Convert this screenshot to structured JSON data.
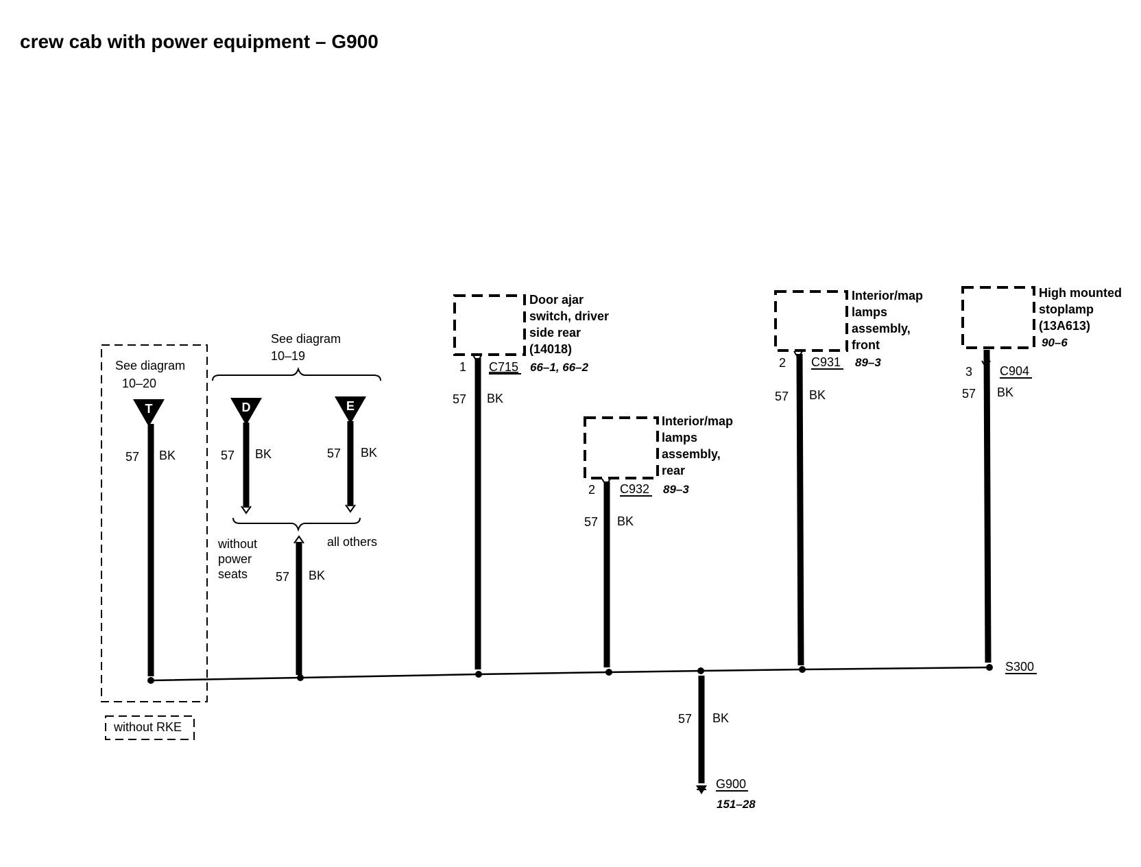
{
  "title": "crew cab with power equipment – G900",
  "labels": {
    "see_diagram_10_20_a": "See diagram",
    "see_diagram_10_20_b": "10–20",
    "see_diagram_10_19_a": "See diagram",
    "see_diagram_10_19_b": "10–19",
    "without_power_seats_1": "without",
    "without_power_seats_2": "power",
    "without_power_seats_3": "seats",
    "all_others": "all others",
    "without_rke": "without RKE",
    "s300": "S300"
  },
  "connectors": {
    "T": "T",
    "D": "D",
    "E": "E"
  },
  "wire": {
    "circuit": "57",
    "color": "BK"
  },
  "components": {
    "door_ajar": {
      "line1": "Door ajar",
      "line2": "switch, driver",
      "line3": "side rear",
      "line4": "(14018)",
      "pin": "1",
      "connector": "C715",
      "ref": "66–1, 66–2"
    },
    "interior_rear": {
      "line1": "Interior/map",
      "line2": "lamps",
      "line3": "assembly,",
      "line4": "rear",
      "pin": "2",
      "connector": "C932",
      "ref": "89–3"
    },
    "interior_front": {
      "line1": "Interior/map",
      "line2": "lamps",
      "line3": "assembly,",
      "line4": "front",
      "pin": "2",
      "connector": "C931",
      "ref": "89–3"
    },
    "stoplamp": {
      "line1": "High mounted",
      "line2": "stoplamp",
      "line3": "(13A613)",
      "line4": "90–6",
      "pin": "3",
      "connector": "C904"
    },
    "ground": {
      "connector": "G900",
      "ref": "151–28"
    }
  }
}
